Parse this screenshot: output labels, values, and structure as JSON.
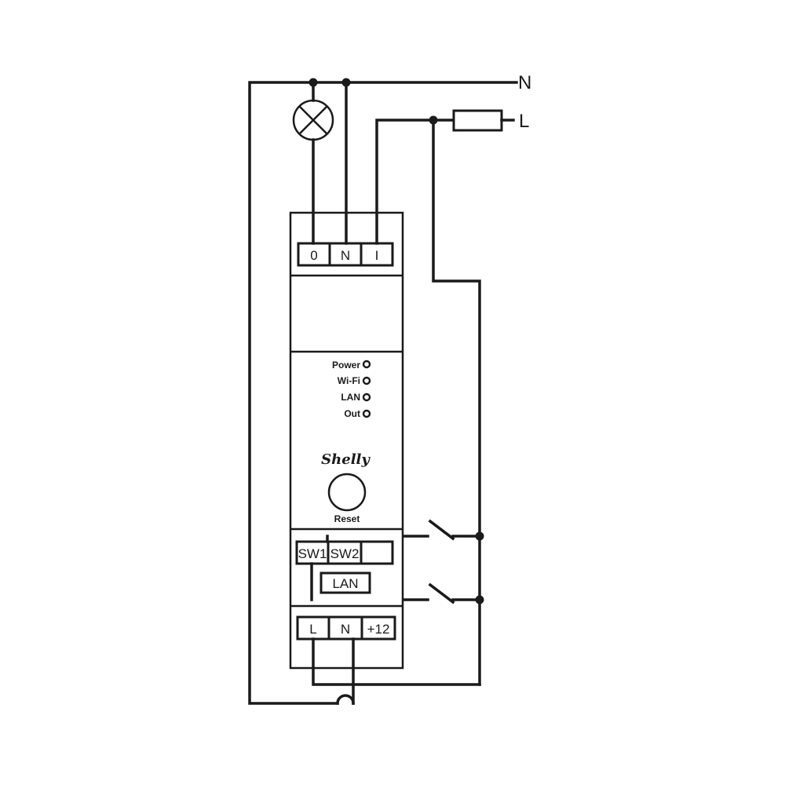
{
  "supply": {
    "neutral_label": "N",
    "live_label": "L"
  },
  "device": {
    "brand": "Shelly",
    "top_terminals": [
      "0",
      "N",
      "I"
    ],
    "leds": [
      "Power",
      "Wi-Fi",
      "LAN",
      "Out"
    ],
    "reset_label": "Reset",
    "switch_terminals": [
      "SW1",
      "SW2",
      ""
    ],
    "lan_port_label": "LAN",
    "bottom_terminals": [
      "L",
      "N",
      "+12"
    ]
  }
}
